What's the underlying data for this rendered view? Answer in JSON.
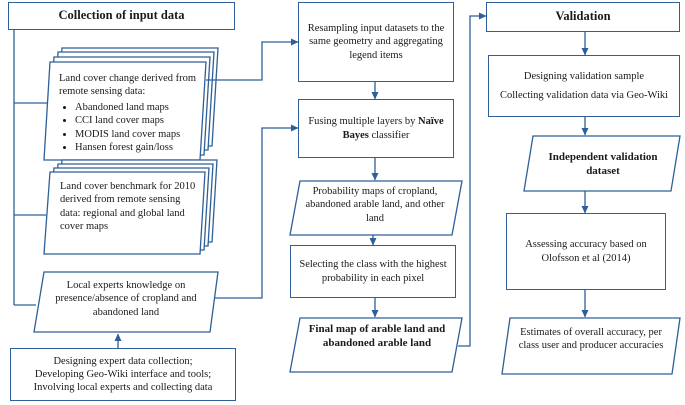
{
  "collection": {
    "header": "Collection of input data",
    "change_intro": "Land cover change derived from remote sensing data:",
    "change_items": [
      "Abandoned land maps",
      "CCI land cover maps",
      "MODIS land cover maps",
      "Hansen forest gain/loss"
    ],
    "benchmark": "Land cover benchmark for 2010 derived from remote sensing data: regional and global land cover maps",
    "experts": "Local experts knowledge on presence/absence of cropland and abandoned land",
    "design_lines": [
      "Designing expert data collection;",
      "Developing Geo-Wiki interface and tools;",
      "Involving local experts and collecting data"
    ]
  },
  "processing": {
    "resample": "Resampling input datasets to the same geometry and aggregating legend items",
    "fuse_prefix": "Fusing multiple layers by ",
    "fuse_bold": "Naïve Bayes",
    "fuse_suffix": " classifier",
    "probability": "Probability maps of cropland, abandoned arable land, and other land",
    "select": "Selecting the class with the highest probability in each pixel",
    "final": "Final map of arable land and abandoned arable land"
  },
  "validation": {
    "header": "Validation",
    "design_line1": "Designing validation sample",
    "design_line2": "Collecting validation data via Geo-Wiki",
    "dataset": "Independent validation dataset",
    "assess": "Assessing accuracy based on Olofsson et al (2014)",
    "estimates": "Estimates of overall accuracy, per class user and producer accuracies"
  },
  "colors": {
    "line": "#2f5f99",
    "text": "#1a1a1a"
  }
}
